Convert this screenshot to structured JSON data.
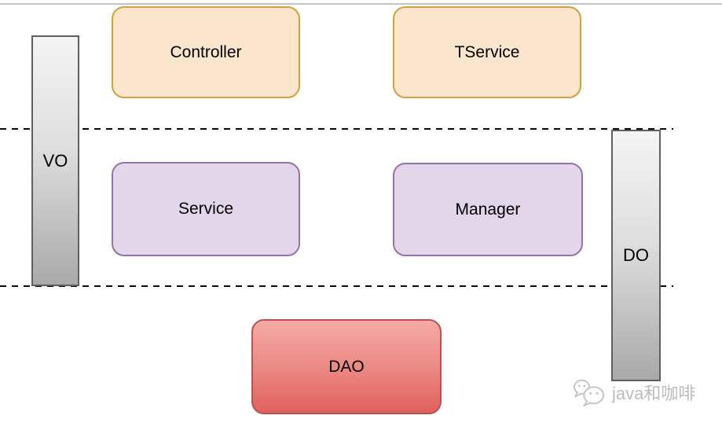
{
  "diagram": {
    "boxes": [
      {
        "id": "controller",
        "label": "Controller",
        "fill": "#FCE5CD",
        "border": "#D2A03C"
      },
      {
        "id": "tservice",
        "label": "TService",
        "fill": "#FCE5CD",
        "border": "#D2A03C"
      },
      {
        "id": "service",
        "label": "Service",
        "fill": "#E4D6EA",
        "border": "#9673A6"
      },
      {
        "id": "manager",
        "label": "Manager",
        "fill": "#E4D6EA",
        "border": "#9673A6"
      },
      {
        "id": "dao",
        "label": "DAO",
        "fill_top": "#F5A9A5",
        "fill_bottom": "#E0615C",
        "border": "#B85450"
      }
    ],
    "bars": [
      {
        "id": "vo",
        "label": "VO",
        "fill_top": "#F4F4F4",
        "fill_bottom": "#A9A9A9",
        "border": "#5F5F5F"
      },
      {
        "id": "do",
        "label": "DO",
        "fill_top": "#F4F4F4",
        "fill_bottom": "#A9A9A9",
        "border": "#5F5F5F"
      }
    ],
    "dividers": {
      "dash_color": "#0A0A0A",
      "top_rule_color": "#C3C3C3"
    },
    "watermark": {
      "icon": "wechat-icon",
      "text": "java和咖啡",
      "color": "#BCBCBC"
    }
  }
}
